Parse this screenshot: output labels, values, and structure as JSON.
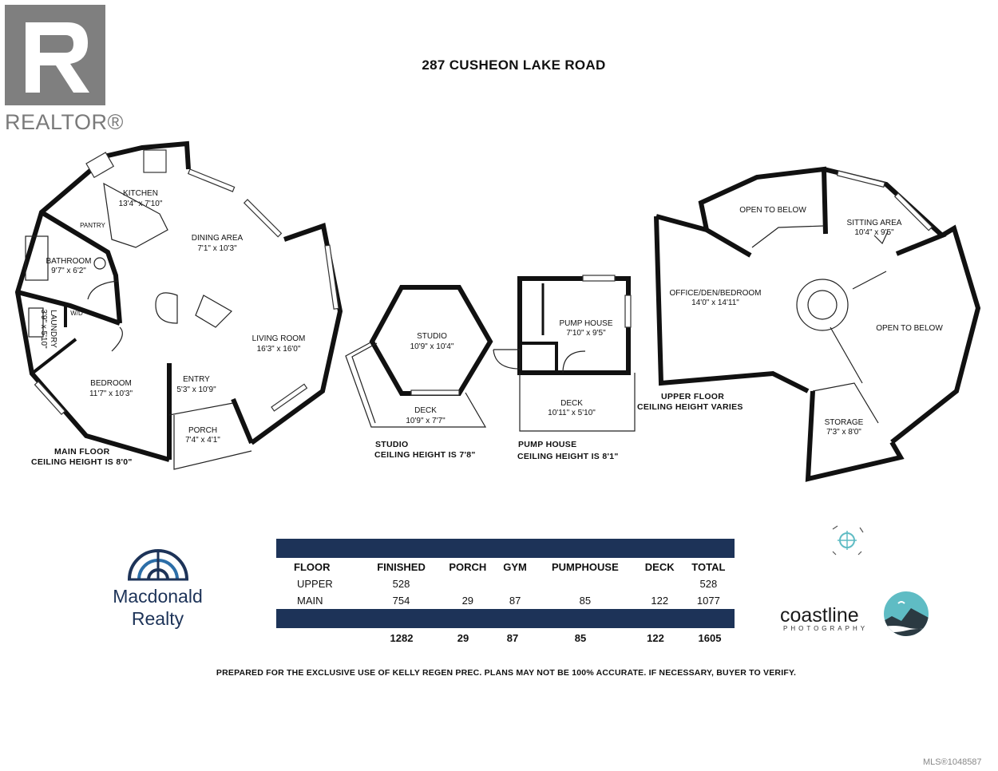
{
  "title": "287 CUSHEON LAKE ROAD",
  "realtor_logo": {
    "text": "REALTOR®"
  },
  "rooms": {
    "kitchen": {
      "name": "KITCHEN",
      "dims": "13'4\" x 7'10\""
    },
    "pantry": {
      "name": "PANTRY"
    },
    "dining": {
      "name": "DINING AREA",
      "dims": "7'1\" x 10'3\""
    },
    "bathroom": {
      "name": "BATHROOM",
      "dims": "9'7\" x 6'2\""
    },
    "laundry": {
      "name": "LAUNDRY",
      "dims": "3'9\" x 5'10\""
    },
    "wd": {
      "name": "W/D"
    },
    "living": {
      "name": "LIVING ROOM",
      "dims": "16'3\" x 16'0\""
    },
    "bedroom": {
      "name": "BEDROOM",
      "dims": "11'7\" x 10'3\""
    },
    "entry": {
      "name": "ENTRY",
      "dims": "5'3\" x 10'9\""
    },
    "porch": {
      "name": "PORCH",
      "dims": "7'4\" x 4'1\""
    },
    "studio": {
      "name": "STUDIO",
      "dims": "10'9\" x 10'4\""
    },
    "studio_deck": {
      "name": "DECK",
      "dims": "10'9\" x 7'7\""
    },
    "pump_house": {
      "name": "PUMP HOUSE",
      "dims": "7'10\" x 9'5\""
    },
    "pump_deck": {
      "name": "DECK",
      "dims": "10'11\" x 5'10\""
    },
    "open_below_1": {
      "name": "OPEN TO BELOW"
    },
    "sitting": {
      "name": "SITTING AREA",
      "dims": "10'4\" x 9'5\""
    },
    "office": {
      "name": "OFFICE/DEN/BEDROOM",
      "dims": "14'0\" x 14'11\""
    },
    "open_below_2": {
      "name": "OPEN TO BELOW"
    },
    "storage": {
      "name": "STORAGE",
      "dims": "7'3\" x 8'0\""
    }
  },
  "captions": {
    "main_1": "MAIN FLOOR",
    "main_2": "CEILING HEIGHT IS 8'0\"",
    "studio_1": "STUDIO",
    "studio_2": "CEILING HEIGHT IS 7'8\"",
    "pump_1": "PUMP HOUSE",
    "pump_2": "CEILING HEIGHT IS 8'1\"",
    "upper_1": "UPPER FLOOR",
    "upper_2": "CEILING HEIGHT VARIES"
  },
  "table": {
    "headers": [
      "FLOOR",
      "FINISHED",
      "PORCH",
      "GYM",
      "PUMPHOUSE",
      "DECK",
      "TOTAL"
    ],
    "rows": [
      [
        "UPPER",
        "528",
        "",
        "",
        "",
        "",
        "528"
      ],
      [
        "MAIN",
        "754",
        "29",
        "87",
        "85",
        "122",
        "1077"
      ]
    ],
    "totals": [
      "",
      "1282",
      "29",
      "87",
      "85",
      "122",
      "1605"
    ],
    "bar_color": "#1d3358"
  },
  "brand_left": {
    "line1": "Macdonald",
    "line2": "Realty",
    "color": "#1d3358"
  },
  "brand_right": {
    "name": "coastline",
    "sub": "PHOTOGRAPHY",
    "accent": "#5fbcc4"
  },
  "disclaimer": "PREPARED FOR THE EXCLUSIVE USE OF KELLY REGEN PREC.   PLANS MAY NOT BE 100% ACCURATE. IF NECESSARY, BUYER TO VERIFY.",
  "mls": "MLS®1048587"
}
